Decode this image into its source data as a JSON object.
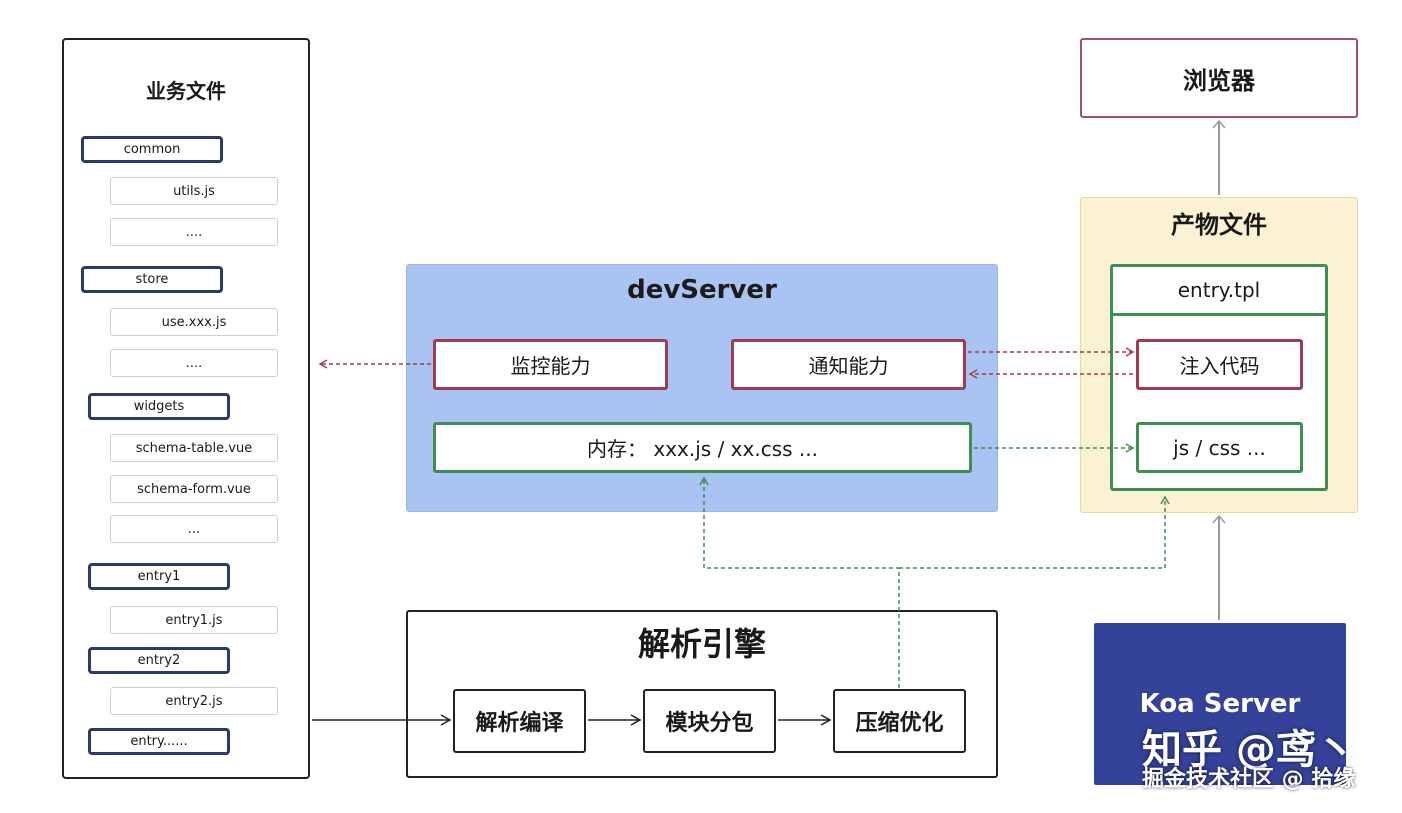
{
  "left": {
    "title": "业务文件",
    "items": [
      {
        "kind": "folder",
        "label": "common"
      },
      {
        "kind": "file",
        "label": "utils.js"
      },
      {
        "kind": "file",
        "label": "...."
      },
      {
        "kind": "folder",
        "label": "store"
      },
      {
        "kind": "file",
        "label": "use.xxx.js"
      },
      {
        "kind": "file",
        "label": "...."
      },
      {
        "kind": "folder",
        "label": "widgets"
      },
      {
        "kind": "file",
        "label": "schema-table.vue"
      },
      {
        "kind": "file",
        "label": "schema-form.vue"
      },
      {
        "kind": "file",
        "label": "..."
      },
      {
        "kind": "folder",
        "label": "entry1"
      },
      {
        "kind": "file",
        "label": "entry1.js"
      },
      {
        "kind": "folder",
        "label": "entry2"
      },
      {
        "kind": "file",
        "label": "entry2.js"
      },
      {
        "kind": "folder",
        "label": "entry......"
      }
    ]
  },
  "devserver": {
    "title": "devServer",
    "monitor": "监控能力",
    "notify": "通知能力",
    "memory": "内存： xxx.js / xx.css ..."
  },
  "engine": {
    "title": "解析引擎",
    "steps": [
      "解析编译",
      "模块分包",
      "压缩优化"
    ]
  },
  "browser": {
    "label": "浏览器"
  },
  "artifacts": {
    "title": "产物文件",
    "entry": "entry.tpl",
    "inject": "注入代码",
    "assets": "js / css ..."
  },
  "koa": {
    "label": "Koa Server"
  },
  "watermark": {
    "line1": "知乎 @鸢丶",
    "line2": "掘金技术社区 @ 拾缘"
  },
  "colors": {
    "red": "#a23a52",
    "green": "#3e8f53",
    "navy": "#2b3a6b",
    "blue_panel": "#a9c4f2",
    "cream_panel": "#fbf2d3",
    "koa": "#34429a"
  }
}
